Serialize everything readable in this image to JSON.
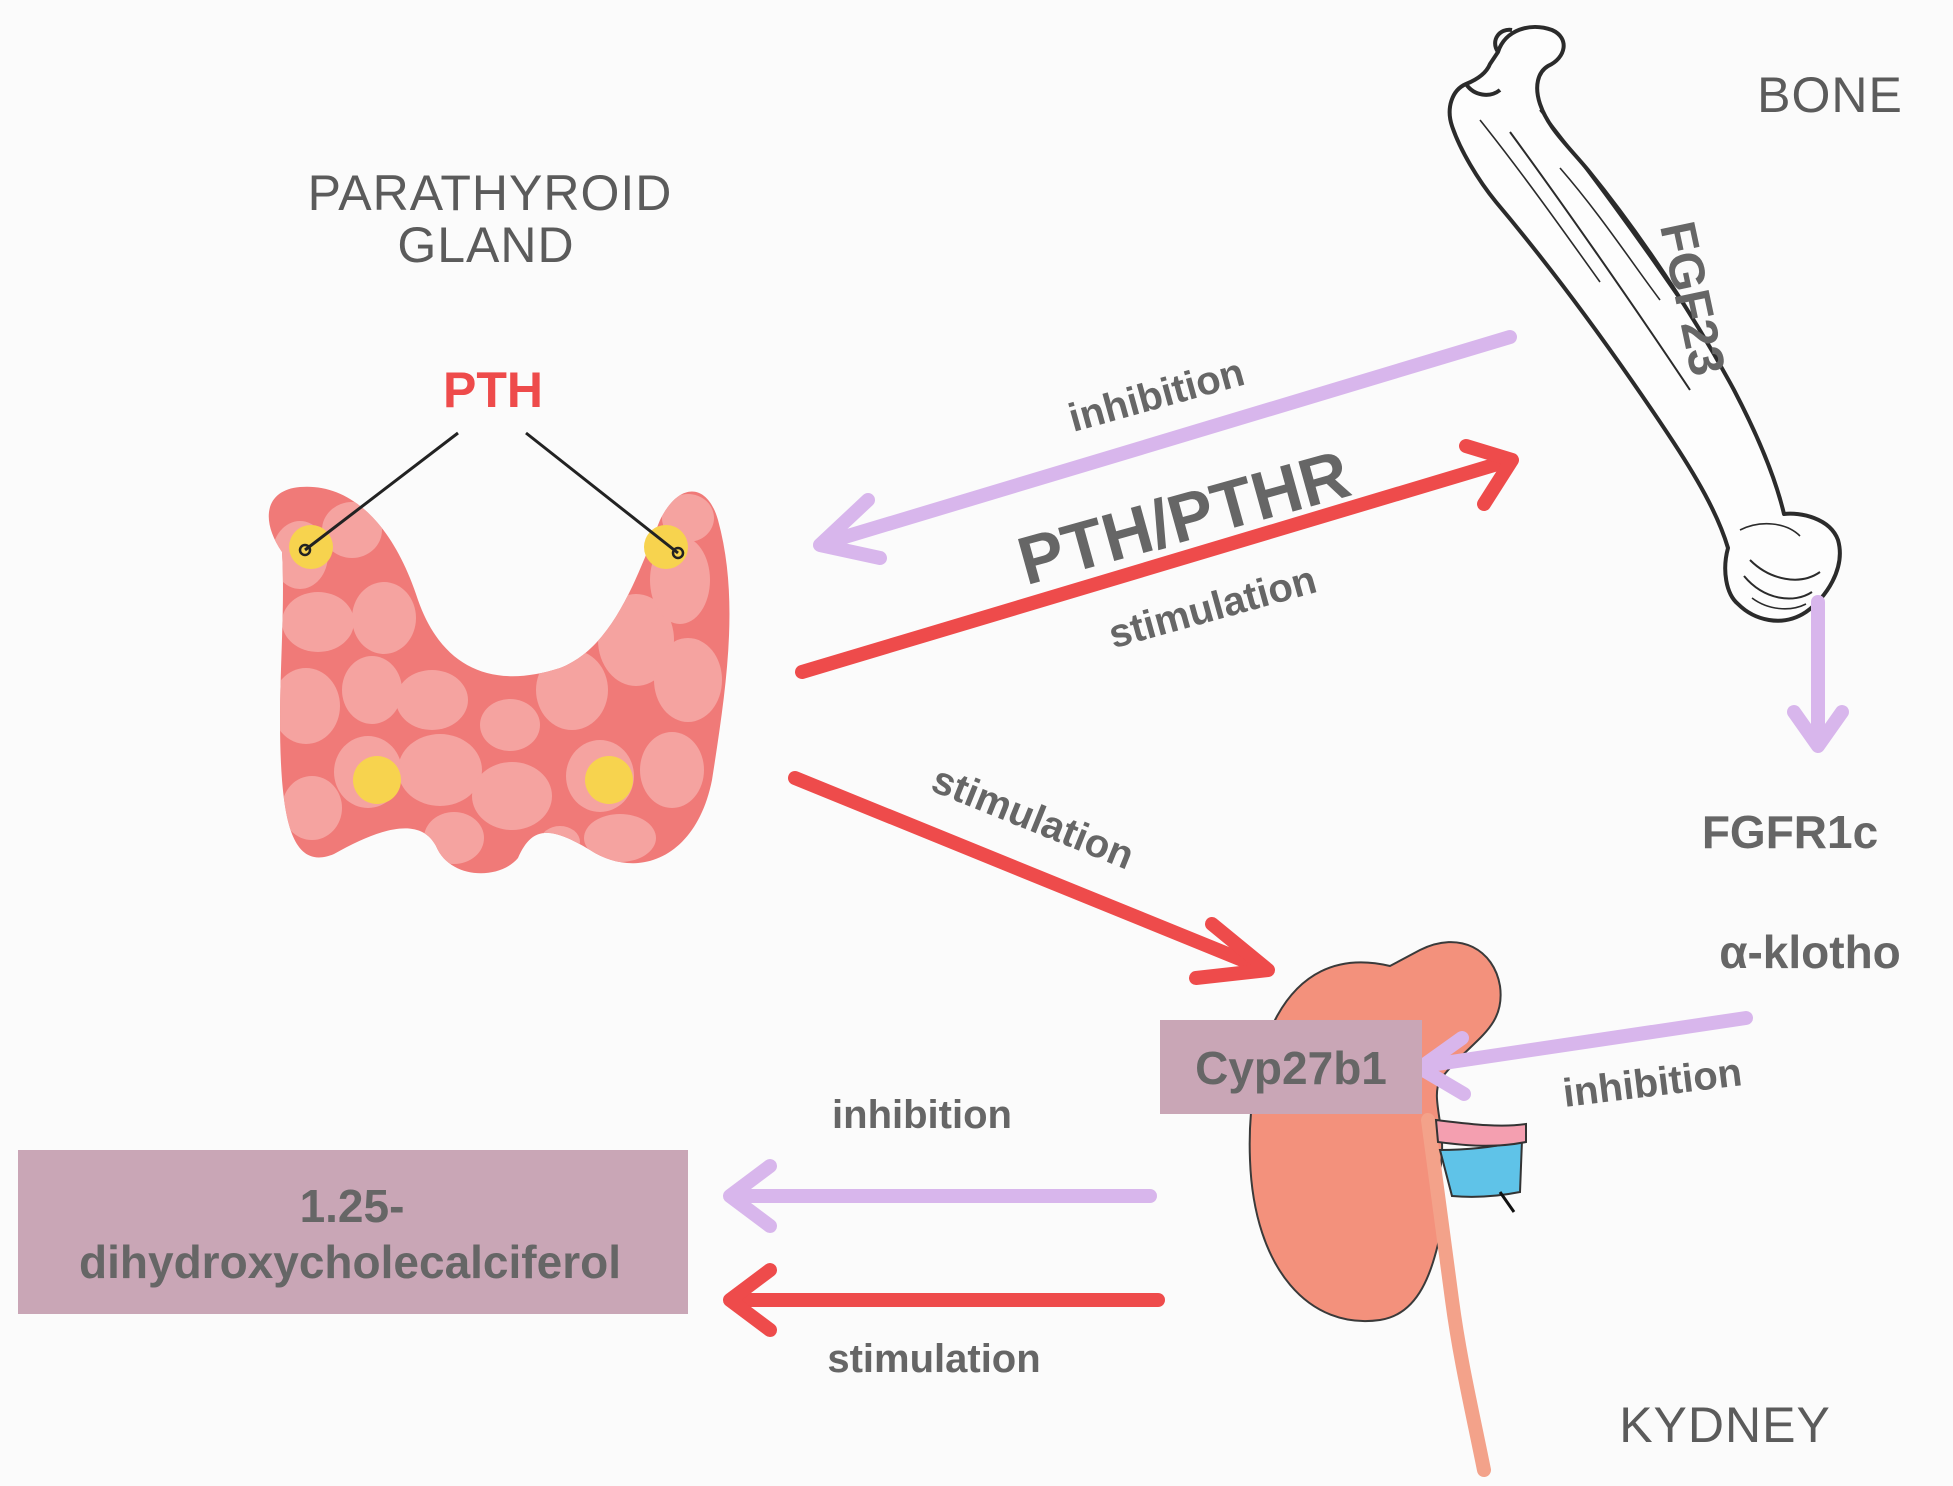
{
  "labels": {
    "parathyroid_line1": "PARATHYROID",
    "parathyroid_line2": "GLAND",
    "bone": "BONE",
    "kidney": "KYDNEY",
    "pth": "PTH",
    "fgf23": "FGF23",
    "pth_pthr": "PTH/PTHR",
    "fgfr1c": "FGFR1c",
    "alpha_klotho": "α-klotho",
    "cyp27b1": "Cyp27b1",
    "calcitriol_line1": "1.25-",
    "calcitriol_line2": "dihydroxycholecalciferol"
  },
  "arrows": {
    "bone_to_parathyroid": "inhibition",
    "parathyroid_to_bone": "stimulation",
    "parathyroid_to_kidney": "stimulation",
    "klotho_to_cyp": "inhibition",
    "kidney_to_calcitriol_top": "inhibition",
    "kidney_to_calcitriol_bottom": "stimulation"
  },
  "colors": {
    "inhibition": "#d8b6ec",
    "stimulation": "#ee4b4b",
    "label_box": "#c9a6b6",
    "gland": "#f07a78",
    "gland_lobule": "#f5a3a0",
    "parathyroid_dot": "#f7d34e",
    "kidney": "#f3917c",
    "ureter": "#f3a28a",
    "vein": "#5fc3e8",
    "artery": "#f49fb0"
  },
  "icons": [
    "thyroid-gland-icon",
    "femur-bone-icon",
    "kidney-icon"
  ]
}
